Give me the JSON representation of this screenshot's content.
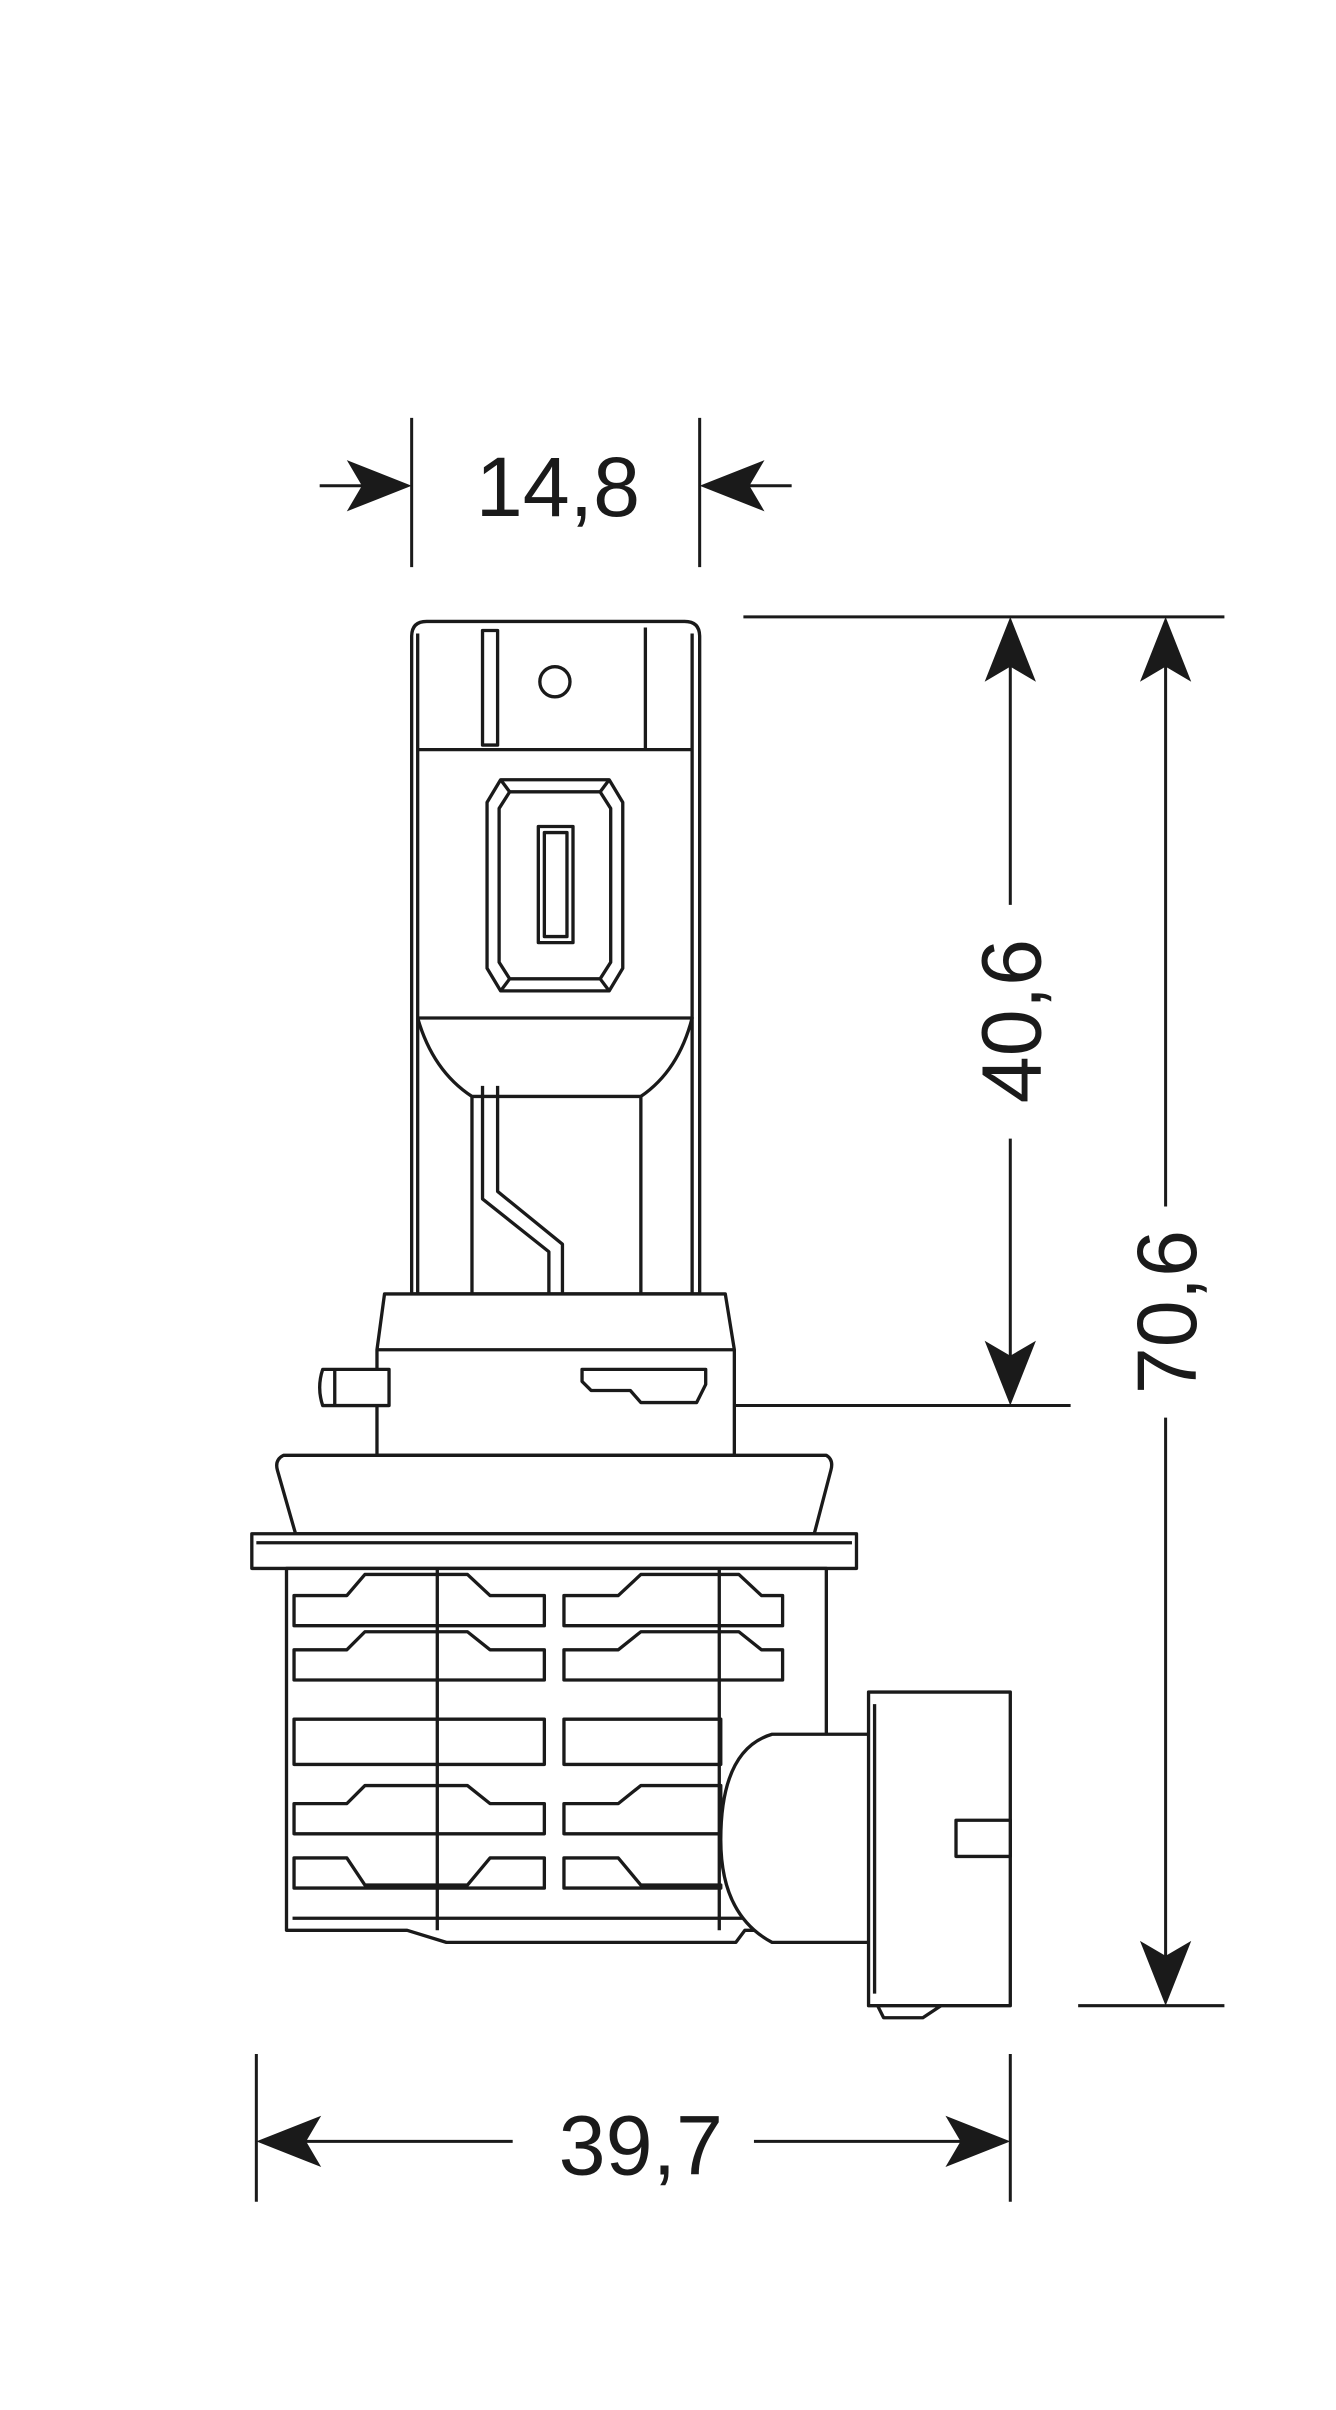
{
  "dimensions": {
    "top_width": "14,8",
    "upper_height": "40,6",
    "total_height": "70,6",
    "base_width": "39,7"
  },
  "colors": {
    "line": "#1a1a1a",
    "background": "#ffffff"
  }
}
